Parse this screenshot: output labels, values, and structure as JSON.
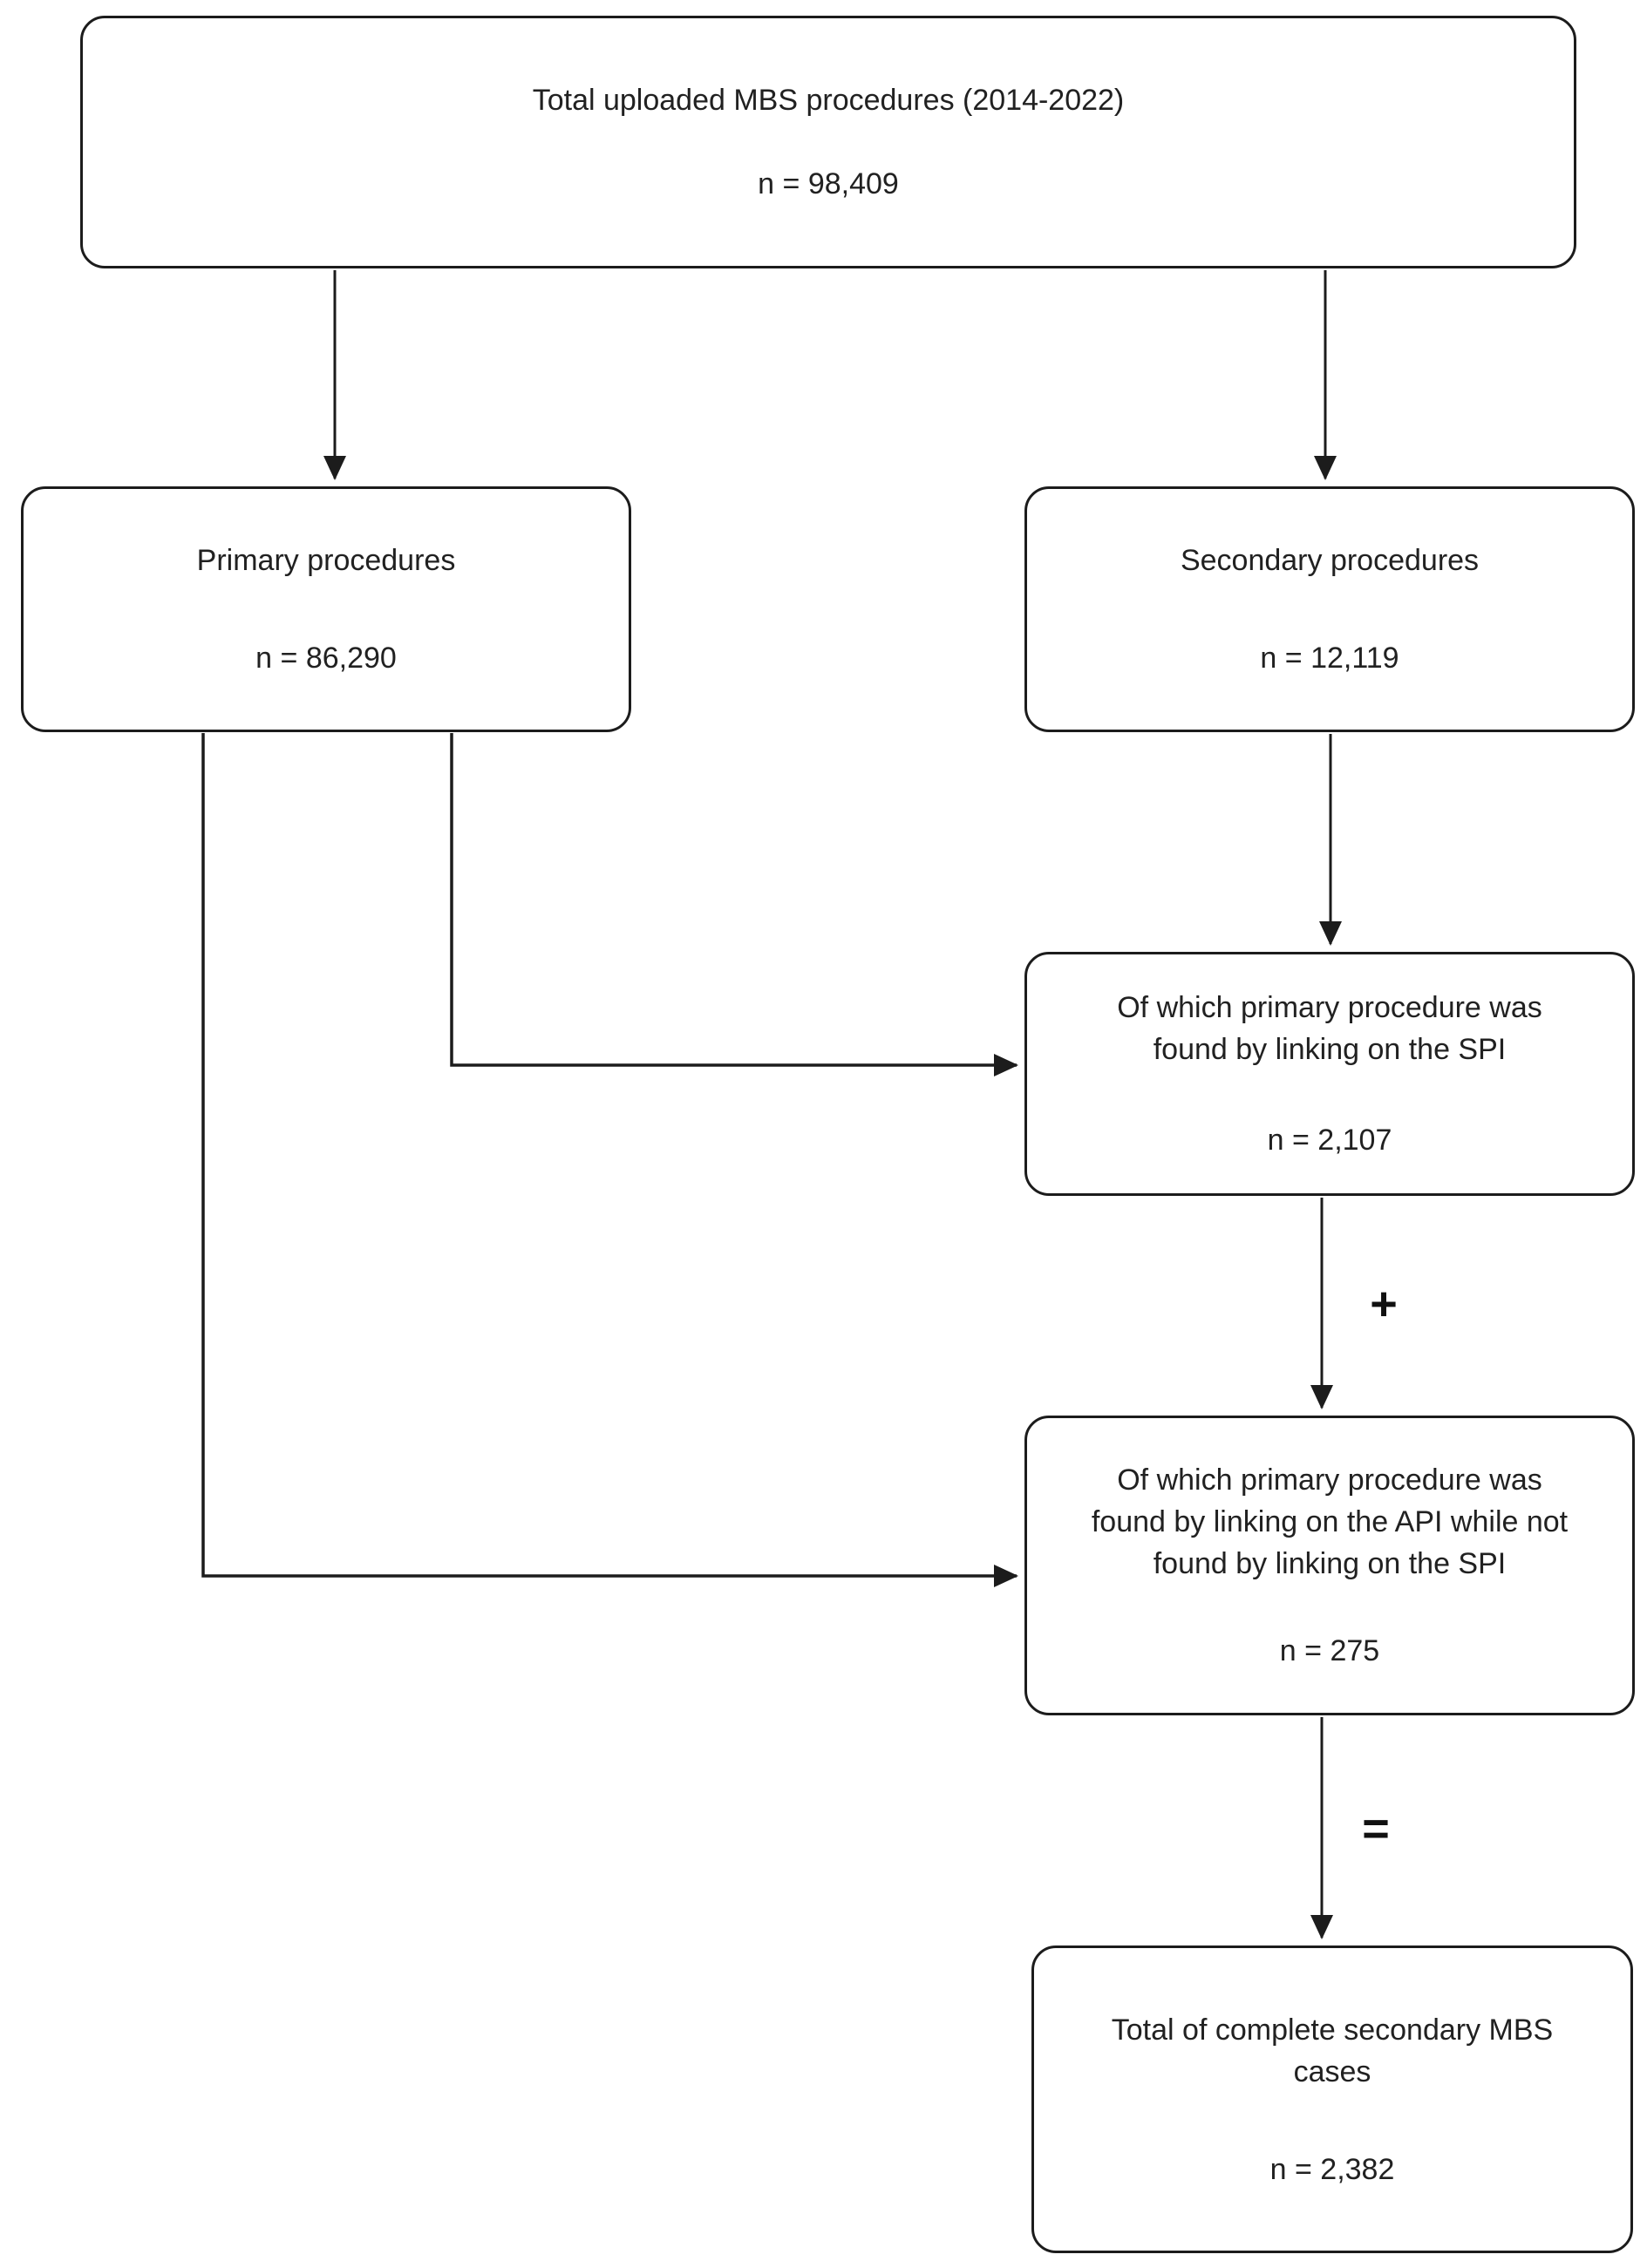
{
  "diagram": {
    "colors": {
      "background": "#ffffff",
      "stroke": "#1c1c1c",
      "text": "#212121"
    },
    "nodes": {
      "total_uploaded": {
        "lines": [
          "Total uploaded MBS procedures (2014-2022)"
        ],
        "count": "n = 98,409"
      },
      "primary": {
        "lines": [
          "Primary procedures"
        ],
        "count": "n = 86,290"
      },
      "secondary": {
        "lines": [
          "Secondary procedures"
        ],
        "count": "n = 12,119"
      },
      "spi": {
        "lines": [
          "Of which primary procedure was",
          "found by linking on the SPI"
        ],
        "count": "n = 2,107"
      },
      "api": {
        "lines": [
          "Of which primary procedure was",
          "found by linking on the API while not",
          "found by linking on the SPI"
        ],
        "count": "n = 275"
      },
      "total_cases": {
        "lines": [
          "Total of complete secondary MBS",
          "cases"
        ],
        "count": "n = 2,382"
      }
    },
    "operators": {
      "plus": "+",
      "equals": "="
    },
    "edges": [
      {
        "from": "total_uploaded",
        "to": "primary"
      },
      {
        "from": "total_uploaded",
        "to": "secondary"
      },
      {
        "from": "secondary",
        "to": "spi"
      },
      {
        "from": "primary",
        "to": "spi"
      },
      {
        "from": "spi",
        "to": "api",
        "operator": "+"
      },
      {
        "from": "primary",
        "to": "api"
      },
      {
        "from": "api",
        "to": "total_cases",
        "operator": "="
      }
    ]
  }
}
